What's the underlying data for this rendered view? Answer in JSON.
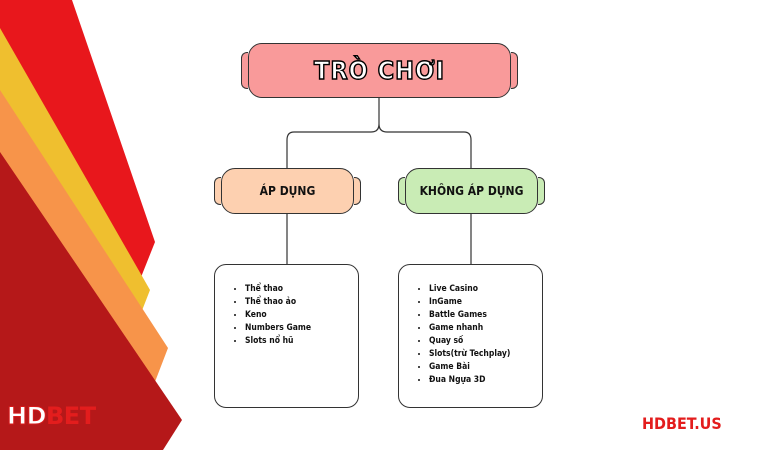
{
  "colors": {
    "stripe_red": "#e8171c",
    "stripe_yellow": "#efbf2f",
    "stripe_orange": "#f7944a",
    "stripe_darkred": "#b51819",
    "root_fill": "#f99a9a",
    "apply_fill": "#fdd0b0",
    "noapply_fill": "#c9ecb5",
    "brand_red": "#e31d1d"
  },
  "diagram": {
    "root": {
      "label": "TRÒ CHƠI"
    },
    "apply": {
      "label": "ÁP DỤNG",
      "items": [
        "Thể thao",
        "Thể thao ảo",
        "Keno",
        "Numbers Game",
        "Slots nổ hũ"
      ]
    },
    "no_apply": {
      "label": "KHÔNG ÁP DỤNG",
      "items": [
        "Live Casino",
        "InGame",
        "Battle Games",
        "Game nhanh",
        "Quay số",
        "Slots(trừ Techplay)",
        "Game Bài",
        "Đua Ngựa 3D"
      ]
    }
  },
  "branding": {
    "logo_text": "HDBET",
    "logo_part_hd": "HD",
    "logo_part_bet": "BET",
    "site_url": "HDBET.US"
  }
}
